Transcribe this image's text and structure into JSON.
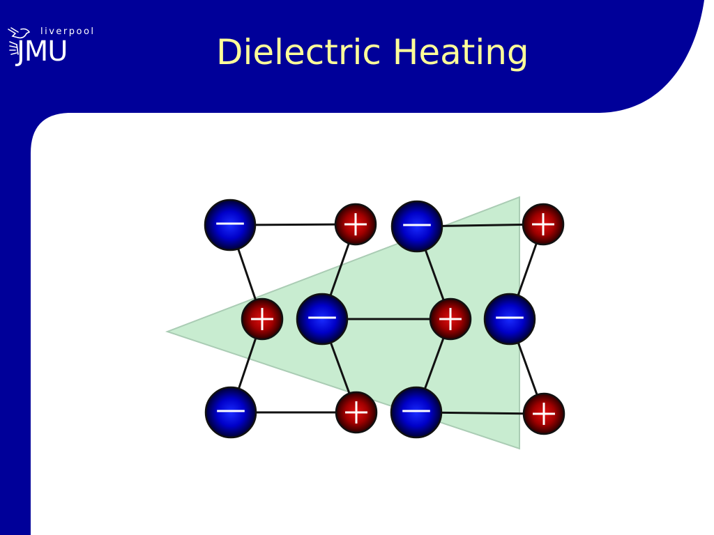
{
  "slide": {
    "title": "Dielectric Heating",
    "colors": {
      "frame": "#000099",
      "title_text": "#ffff99",
      "content_bg": "#ffffff",
      "wedge_fill": "#c8ecd0",
      "bond": "#111111",
      "negative_ion": "#0000cc",
      "positive_ion": "#aa0000"
    }
  },
  "logo": {
    "small_text": "liverpool",
    "big_text": "JMU",
    "icon": "liver-bird-icon"
  },
  "diagram": {
    "ions": [
      {
        "id": "n1",
        "charge": "negative"
      },
      {
        "id": "p1",
        "charge": "positive"
      },
      {
        "id": "n2",
        "charge": "negative"
      },
      {
        "id": "p2",
        "charge": "positive"
      },
      {
        "id": "p3",
        "charge": "positive"
      },
      {
        "id": "n3",
        "charge": "negative"
      },
      {
        "id": "p4",
        "charge": "positive"
      },
      {
        "id": "n4",
        "charge": "negative"
      },
      {
        "id": "n5",
        "charge": "negative"
      },
      {
        "id": "p5",
        "charge": "positive"
      },
      {
        "id": "n6",
        "charge": "negative"
      },
      {
        "id": "p6",
        "charge": "positive"
      }
    ],
    "bonds": [
      [
        "n1",
        "p1"
      ],
      [
        "n2",
        "p2"
      ],
      [
        "n1",
        "p3"
      ],
      [
        "p1",
        "n3"
      ],
      [
        "n2",
        "p4"
      ],
      [
        "p2",
        "n4"
      ],
      [
        "n3",
        "p4"
      ],
      [
        "p3",
        "n5"
      ],
      [
        "n3",
        "p5"
      ],
      [
        "p4",
        "n6"
      ],
      [
        "n4",
        "p6"
      ],
      [
        "n5",
        "p5"
      ],
      [
        "n6",
        "p6"
      ]
    ]
  }
}
